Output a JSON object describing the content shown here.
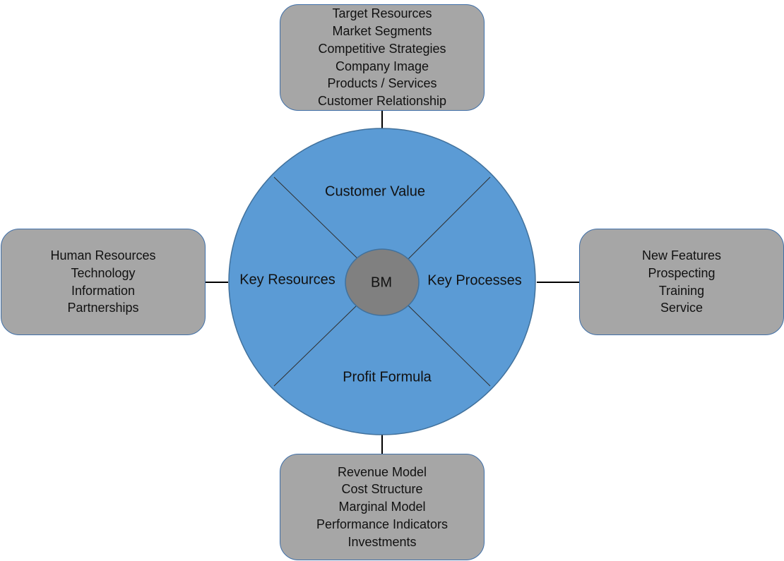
{
  "center": {
    "label": "BM"
  },
  "segments": {
    "top": "Customer Value",
    "left": "Key Resources",
    "right": "Key Processes",
    "bottom": "Profit Formula"
  },
  "boxes": {
    "top": [
      "Target Resources",
      "Market Segments",
      "Competitive Strategies",
      "Company Image",
      "Products / Services",
      "Customer Relationship"
    ],
    "left": [
      "Human Resources",
      "Technology",
      "Information",
      "Partnerships"
    ],
    "right": [
      "New Features",
      "Prospecting",
      "Training",
      "Service"
    ],
    "bottom": [
      "Revenue Model",
      "Cost Structure",
      "Marginal Model",
      "Performance Indicators",
      "Investments"
    ]
  },
  "colors": {
    "circle_fill": "#5b9bd5",
    "circle_stroke": "#41719c",
    "center_fill": "#808080",
    "box_fill": "#a6a6a6",
    "connector": "#000000"
  }
}
